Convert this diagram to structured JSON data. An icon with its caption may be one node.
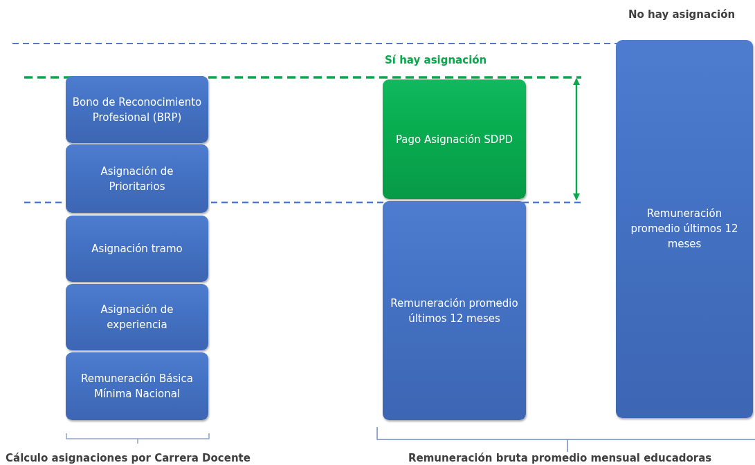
{
  "diagram": {
    "nodes": [
      {
        "text": [
          "Bono de Reconocimiento Profesional (BRP)"
        ]
      },
      {
        "text": [
          "Asignación de Prioritarios"
        ]
      },
      {
        "text": [
          "Asignación tramo"
        ]
      },
      {
        "text": [
          "Asignación de experiencia"
        ]
      },
      {
        "text": [
          "Remuneración Básica Mínima Nacional"
        ]
      },
      {
        "text": [
          "Pago Asignación SDPD"
        ]
      },
      {
        "text": [
          "Remuneración promedio últimos 12 meses"
        ]
      },
      {
        "text": [
          "Remuneración promedio últimos 12 meses"
        ]
      }
    ],
    "labels": [
      "No hay asignación",
      "Sí hay asignación",
      "Cálculo asignaciones por Carrera Docente",
      "Remuneración bruta promedio mensual educadoras"
    ]
  }
}
